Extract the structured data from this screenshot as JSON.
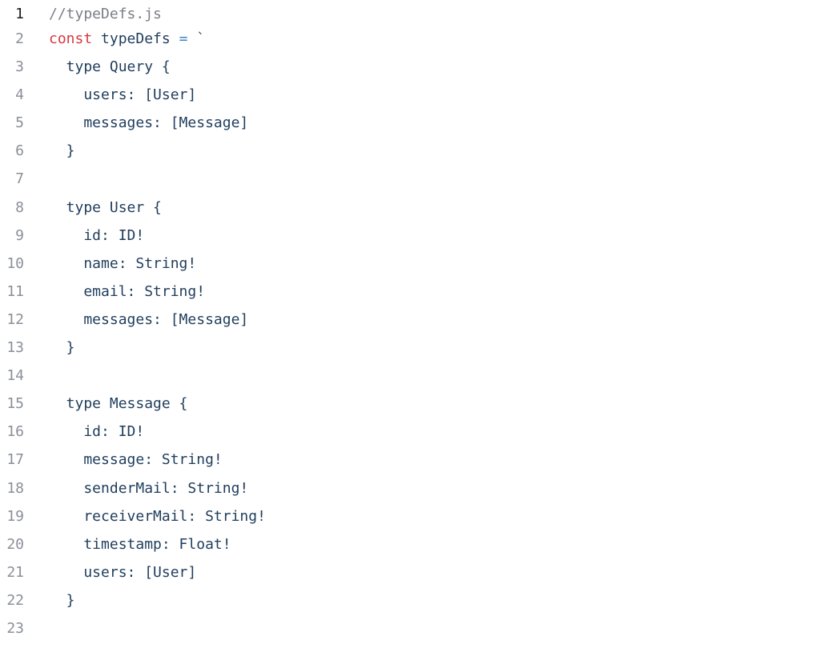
{
  "editor": {
    "file_comment": "//typeDefs.js",
    "active_line": 1,
    "lines": [
      {
        "n": "1",
        "text": "//typeDefs.js"
      },
      {
        "n": "2",
        "text": "const typeDefs = `"
      },
      {
        "n": "3",
        "text": "  type Query {"
      },
      {
        "n": "4",
        "text": "    users: [User]"
      },
      {
        "n": "5",
        "text": "    messages: [Message]"
      },
      {
        "n": "6",
        "text": "  }"
      },
      {
        "n": "7",
        "text": ""
      },
      {
        "n": "8",
        "text": "  type User {"
      },
      {
        "n": "9",
        "text": "    id: ID!"
      },
      {
        "n": "10",
        "text": "    name: String!"
      },
      {
        "n": "11",
        "text": "    email: String!"
      },
      {
        "n": "12",
        "text": "    messages: [Message]"
      },
      {
        "n": "13",
        "text": "  }"
      },
      {
        "n": "14",
        "text": ""
      },
      {
        "n": "15",
        "text": "  type Message {"
      },
      {
        "n": "16",
        "text": "    id: ID!"
      },
      {
        "n": "17",
        "text": "    message: String!"
      },
      {
        "n": "18",
        "text": "    senderMail: String!"
      },
      {
        "n": "19",
        "text": "    receiverMail: String!"
      },
      {
        "n": "20",
        "text": "    timestamp: Float!"
      },
      {
        "n": "21",
        "text": "    users: [User]"
      },
      {
        "n": "22",
        "text": "  }"
      },
      {
        "n": "23",
        "text": ""
      }
    ],
    "line2_parts": {
      "keyword": "const",
      "name": " typeDefs ",
      "operator": "=",
      "tick": " `"
    }
  }
}
